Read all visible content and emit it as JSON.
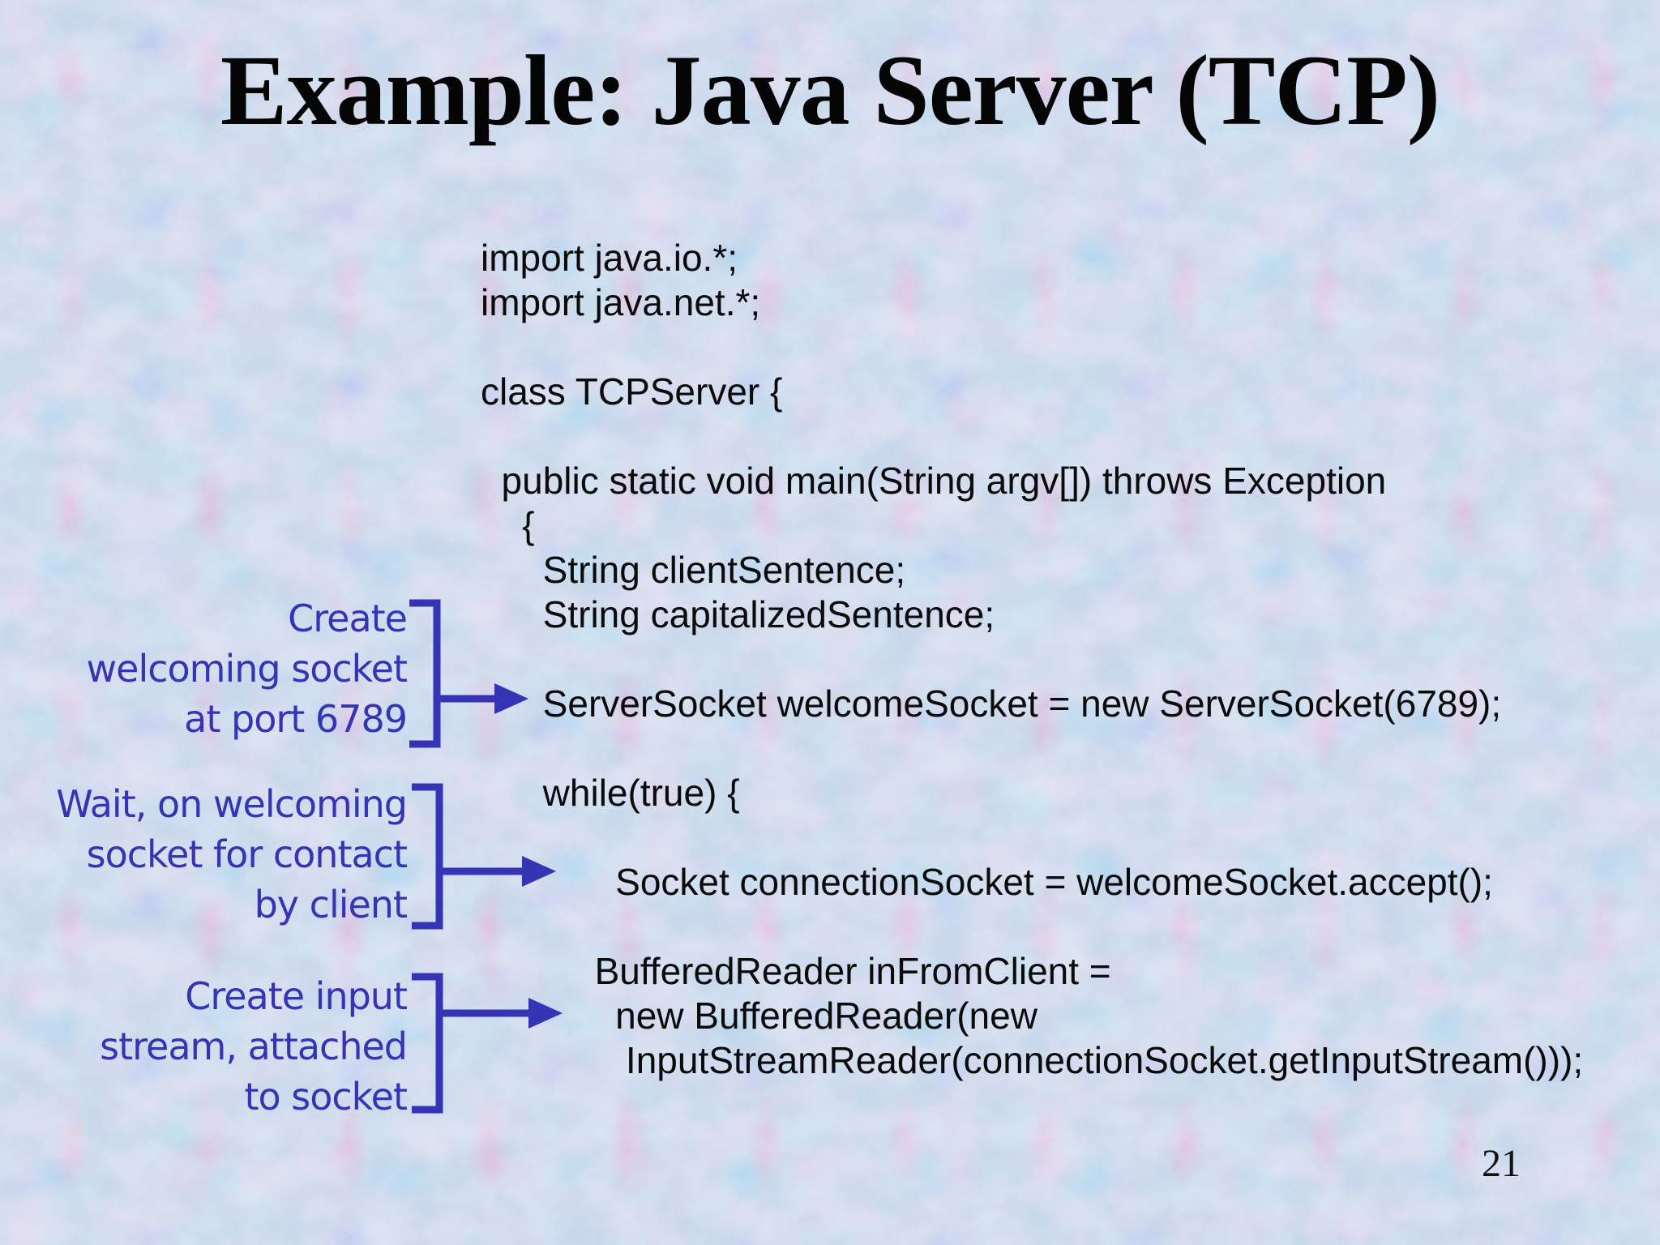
{
  "title": "Example: Java Server (TCP)",
  "page_number": "21",
  "colors": {
    "annotation_blue": "#3434b4",
    "title_text": "#050505",
    "code_text": "#0b0b0b",
    "background_base": "#c9d8ec"
  },
  "code_lines": [
    "import java.io.*;",
    "import java.net.*;",
    "",
    "class TCPServer {",
    "",
    "  public static void main(String argv[]) throws Exception",
    "    {",
    "      String clientSentence;",
    "      String capitalizedSentence;",
    "",
    "      ServerSocket welcomeSocket = new ServerSocket(6789);",
    "",
    "      while(true) {",
    "",
    "             Socket connectionSocket = welcomeSocket.accept();",
    "",
    "           BufferedReader inFromClient =",
    "             new BufferedReader(new",
    "              InputStreamReader(connectionSocket.getInputStream()));"
  ],
  "annotations": [
    {
      "id": "create-welcoming-socket",
      "lines": [
        "Create",
        "welcoming socket",
        "at port 6789"
      ]
    },
    {
      "id": "wait-for-contact",
      "lines": [
        "Wait, on welcoming",
        "socket for contact",
        "by client"
      ]
    },
    {
      "id": "create-input-stream",
      "lines": [
        "Create input",
        "stream, attached",
        "to socket"
      ]
    }
  ]
}
